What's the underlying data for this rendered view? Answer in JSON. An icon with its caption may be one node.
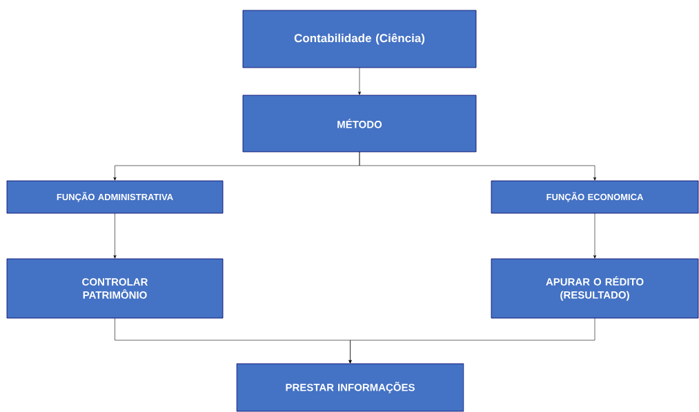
{
  "diagram": {
    "nodes": [
      {
        "text": [
          "Contabilidade (Ciência)"
        ]
      },
      {
        "text": [
          "MÉTODO"
        ]
      },
      {
        "text": [
          "FUNÇÃO ADMINISTRATIVA"
        ]
      },
      {
        "text": [
          "FUNÇÃO ECONOMICA"
        ]
      },
      {
        "text": [
          "CONTROLAR PATRIMÔNIO"
        ]
      },
      {
        "text": [
          "APURAR O RÉDITO (RESULTADO)"
        ]
      },
      {
        "text": [
          "PRESTAR INFORMAÇÕES"
        ]
      }
    ],
    "edges": [
      {
        "from": 0,
        "to": 1,
        "arrow": "to"
      },
      {
        "from": 1,
        "to": 2,
        "arrow": "to"
      },
      {
        "from": 1,
        "to": 3,
        "arrow": "to"
      },
      {
        "from": 2,
        "to": 4,
        "arrow": "to"
      },
      {
        "from": 3,
        "to": 5,
        "arrow": "to"
      },
      {
        "from": 4,
        "to": 6,
        "arrow": "to"
      },
      {
        "from": 5,
        "to": 6,
        "arrow": "to"
      }
    ]
  }
}
